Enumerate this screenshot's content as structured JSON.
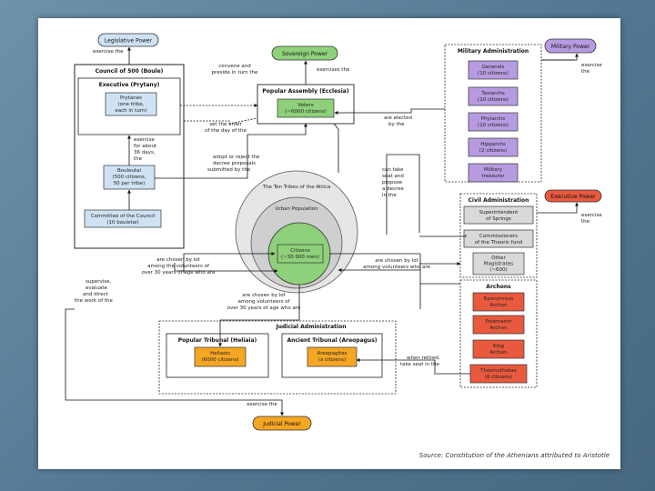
{
  "powers": {
    "legislative": "Legislative Power",
    "sovereign": "Sovereign Power",
    "military": "Military Power",
    "executive": "Executive Power",
    "judicial": "Judicial Power"
  },
  "council": {
    "title": "Council of 500 (Boule)",
    "executive_title": "Executive (Prytany)",
    "prytanes": [
      "Prytanes",
      "(one tribe,",
      "each in turn)"
    ],
    "bouleutai": [
      "Bouleutai",
      "(500 citizens,",
      "50 per tribe)"
    ],
    "committee": [
      "Committee of the Council",
      "(10 bouletai)"
    ]
  },
  "assembly": {
    "title": "Popular Assembly (Ecclesia)",
    "voters": [
      "Voters",
      "(~6000 citizens)"
    ]
  },
  "military_admin": {
    "title": "Military Administration",
    "boxes": [
      [
        "Generals",
        "(10 citizens)"
      ],
      [
        "Taxiarchs",
        "(10 citizens)"
      ],
      [
        "Phylarchs",
        "(10 citizens)"
      ],
      [
        "Hipparchs",
        "(2 citizens)"
      ],
      [
        "Military",
        "treasurer"
      ]
    ]
  },
  "civil_admin": {
    "title": "Civil Administration",
    "boxes": [
      [
        "Superintendent",
        "of Springs"
      ],
      [
        "Commissioners",
        "of the Theoric fund"
      ],
      [
        "Other",
        "Magistrates",
        "(~600)"
      ]
    ]
  },
  "archons": {
    "title": "Archons",
    "boxes": [
      [
        "Eponymous",
        "Archon"
      ],
      [
        "Polemarch",
        "Archon"
      ],
      [
        "King",
        "Archon"
      ],
      [
        "Thesmothetae",
        "(6 citizens)"
      ]
    ]
  },
  "citizens": {
    "tribes": "The Ten Tribes of the Attica",
    "urban": "Urban Population",
    "citizens": [
      "Citizens",
      "(~30 000 men)"
    ]
  },
  "judicial_admin": {
    "title": "Judicial Administration",
    "popular_tribunal": "Popular Tribunal (Heliaia)",
    "heliasts": [
      "Heliasts",
      "(6000 citizens)"
    ],
    "ancient_tribunal": "Ancient Tribunal (Areopagus)",
    "areopagites": [
      "Areopagites",
      "(x citizens)"
    ]
  },
  "labels": {
    "exercise_legislative": "exercise the",
    "convene": [
      "convene and",
      "preside in turn the"
    ],
    "exercises_sovereign": "exercises the",
    "exercise_military": [
      "exercise",
      "the"
    ],
    "set_order": [
      "set the order",
      "of the day of the"
    ],
    "exercise_days": [
      "exercise",
      "for about",
      "36 days,",
      "the"
    ],
    "adopt_reject": [
      "adopt or reject the",
      "decree proposals",
      "submitted by the"
    ],
    "elected_by": [
      "are elected",
      "by the"
    ],
    "can_take": [
      "can take",
      "seat and",
      "propose",
      "a decree",
      "in the"
    ],
    "exercise_executive": [
      "exercise",
      "the"
    ],
    "chosen_left": [
      "are chosen by lot",
      "among the volunteers of",
      "over 30 years of age who are"
    ],
    "chosen_right": [
      "are chosen by lot",
      "among volunteers who are"
    ],
    "supervise": [
      "supervise,",
      "evaluate",
      "and direct",
      "the work of the"
    ],
    "chosen_mid": [
      "are chosen by lot",
      "among volunteers of",
      "over 30 years of age who are"
    ],
    "when_retired": [
      "when retired,",
      "take seat in the"
    ],
    "exercise_judicial": "exercise the"
  },
  "colors": {
    "blue_fill": "#cfe2f3",
    "green_fill": "#8fd07a",
    "purple_fill": "#b79be0",
    "red_fill": "#e8593e",
    "orange_fill": "#f5a623",
    "grey_fill": "#d9d9d9"
  },
  "source": "Source: Constitution of the Athenians attributed to Aristotle"
}
